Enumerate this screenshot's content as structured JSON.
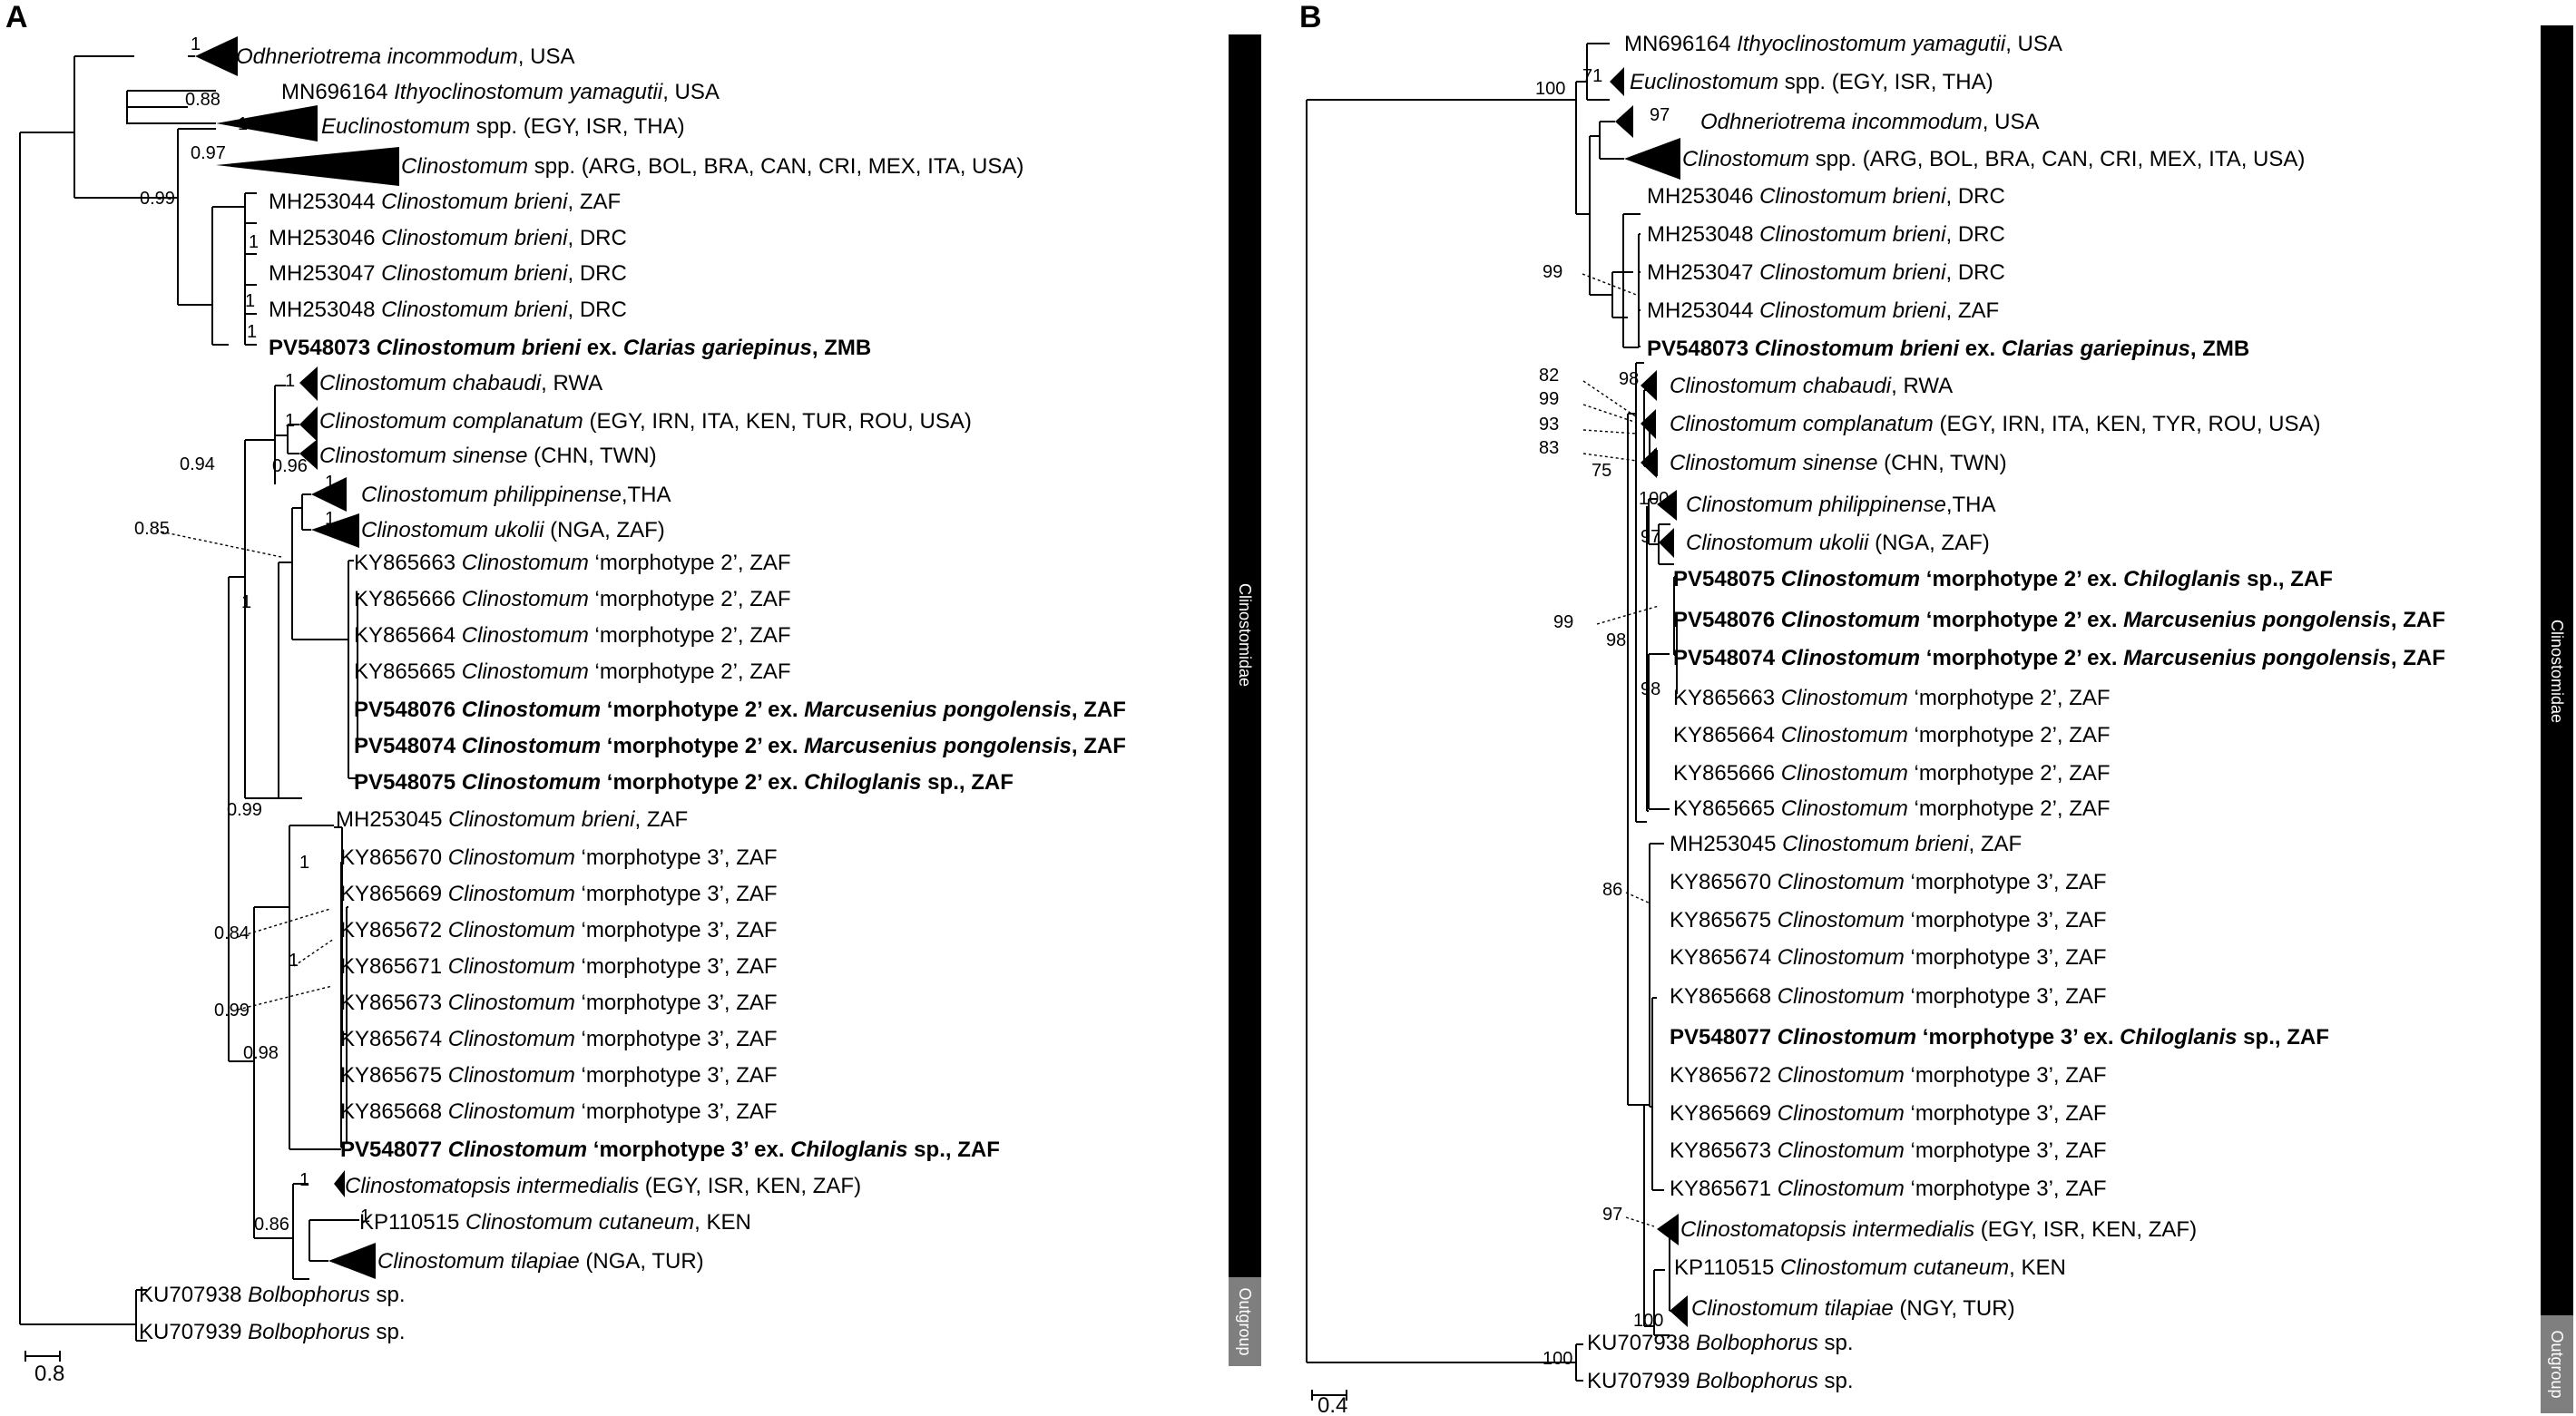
{
  "panels": {
    "a": "A",
    "b": "B"
  },
  "A": {
    "scale": "0.8",
    "clade_bar": "Clinostomidae",
    "outgroup_bar": "Outgroup",
    "tips": [
      [
        [
          "i",
          "Odhneriotrema incommodum"
        ],
        [
          "n",
          ", USA"
        ]
      ],
      [
        [
          "n",
          "MN696164 "
        ],
        [
          "i",
          "Ithyoclinostomum yamagutii"
        ],
        [
          "n",
          ", USA"
        ]
      ],
      [
        [
          "i",
          "Euclinostomum"
        ],
        [
          "n",
          " spp. (EGY, ISR, THA)"
        ]
      ],
      [
        [
          "i",
          "Clinostomum"
        ],
        [
          "n",
          " spp. (ARG, BOL, BRA, CAN, CRI, MEX, ITA, USA)"
        ]
      ],
      [
        [
          "n",
          "MH253044 "
        ],
        [
          "i",
          "Clinostomum brieni"
        ],
        [
          "n",
          ", ZAF"
        ]
      ],
      [
        [
          "n",
          "MH253046 "
        ],
        [
          "i",
          "Clinostomum brieni"
        ],
        [
          "n",
          ", DRC"
        ]
      ],
      [
        [
          "n",
          "MH253047 "
        ],
        [
          "i",
          "Clinostomum brieni"
        ],
        [
          "n",
          ", DRC"
        ]
      ],
      [
        [
          "n",
          "MH253048 "
        ],
        [
          "i",
          "Clinostomum brieni"
        ],
        [
          "n",
          ", DRC"
        ]
      ],
      [
        [
          "b",
          "PV548073 "
        ],
        [
          "bi",
          "Clinostomum brieni"
        ],
        [
          "b",
          " ex. "
        ],
        [
          "bi",
          "Clarias gariepinus"
        ],
        [
          "b",
          ", ZMB"
        ]
      ],
      [
        [
          "i",
          "Clinostomum chabaudi"
        ],
        [
          "n",
          ", RWA"
        ]
      ],
      [
        [
          "i",
          "Clinostomum complanatum"
        ],
        [
          "n",
          " (EGY, IRN, ITA, KEN, TUR, ROU, USA)"
        ]
      ],
      [
        [
          "i",
          "Clinostomum sinense"
        ],
        [
          "n",
          " (CHN, TWN)"
        ]
      ],
      [
        [
          "i",
          "Clinostomum philippinense"
        ],
        [
          "n",
          ",THA"
        ]
      ],
      [
        [
          "i",
          "Clinostomum ukolii"
        ],
        [
          "n",
          " (NGA, ZAF)"
        ]
      ],
      [
        [
          "n",
          "KY865663 "
        ],
        [
          "i",
          "Clinostomum"
        ],
        [
          "n",
          " ‘morphotype 2’, ZAF"
        ]
      ],
      [
        [
          "n",
          "KY865666 "
        ],
        [
          "i",
          "Clinostomum"
        ],
        [
          "n",
          " ‘morphotype 2’, ZAF"
        ]
      ],
      [
        [
          "n",
          "KY865664 "
        ],
        [
          "i",
          "Clinostomum"
        ],
        [
          "n",
          " ‘morphotype 2’, ZAF"
        ]
      ],
      [
        [
          "n",
          "KY865665 "
        ],
        [
          "i",
          "Clinostomum"
        ],
        [
          "n",
          " ‘morphotype 2’, ZAF"
        ]
      ],
      [
        [
          "b",
          "PV548076 "
        ],
        [
          "bi",
          "Clinostomum"
        ],
        [
          "b",
          " ‘morphotype 2’ ex. "
        ],
        [
          "bi",
          "Marcusenius pongolensis"
        ],
        [
          "b",
          ", ZAF"
        ]
      ],
      [
        [
          "b",
          "PV548074 "
        ],
        [
          "bi",
          "Clinostomum"
        ],
        [
          "b",
          " ‘morphotype 2’ ex. "
        ],
        [
          "bi",
          "Marcusenius pongolensis"
        ],
        [
          "b",
          ", ZAF"
        ]
      ],
      [
        [
          "b",
          "PV548075 "
        ],
        [
          "bi",
          "Clinostomum"
        ],
        [
          "b",
          " ‘morphotype 2’ ex. "
        ],
        [
          "bi",
          "Chiloglanis"
        ],
        [
          "b",
          " sp., ZAF"
        ]
      ],
      [
        [
          "n",
          "MH253045 "
        ],
        [
          "i",
          "Clinostomum brieni"
        ],
        [
          "n",
          ", ZAF"
        ]
      ],
      [
        [
          "n",
          "KY865670 "
        ],
        [
          "i",
          "Clinostomum"
        ],
        [
          "n",
          " ‘morphotype 3’, ZAF"
        ]
      ],
      [
        [
          "n",
          "KY865669 "
        ],
        [
          "i",
          "Clinostomum"
        ],
        [
          "n",
          " ‘morphotype 3’, ZAF"
        ]
      ],
      [
        [
          "n",
          "KY865672 "
        ],
        [
          "i",
          "Clinostomum"
        ],
        [
          "n",
          " ‘morphotype 3’, ZAF"
        ]
      ],
      [
        [
          "n",
          "KY865671 "
        ],
        [
          "i",
          "Clinostomum"
        ],
        [
          "n",
          " ‘morphotype 3’, ZAF"
        ]
      ],
      [
        [
          "n",
          "KY865673 "
        ],
        [
          "i",
          "Clinostomum"
        ],
        [
          "n",
          " ‘morphotype 3’, ZAF"
        ]
      ],
      [
        [
          "n",
          "KY865674 "
        ],
        [
          "i",
          "Clinostomum"
        ],
        [
          "n",
          " ‘morphotype 3’, ZAF"
        ]
      ],
      [
        [
          "n",
          "KY865675 "
        ],
        [
          "i",
          "Clinostomum"
        ],
        [
          "n",
          " ‘morphotype 3’, ZAF"
        ]
      ],
      [
        [
          "n",
          "KY865668 "
        ],
        [
          "i",
          "Clinostomum"
        ],
        [
          "n",
          " ‘morphotype 3’, ZAF"
        ]
      ],
      [
        [
          "b",
          "PV548077 "
        ],
        [
          "bi",
          "Clinostomum"
        ],
        [
          "b",
          " ‘morphotype 3’ ex. "
        ],
        [
          "bi",
          "Chiloglanis"
        ],
        [
          "b",
          " sp., ZAF"
        ]
      ],
      [
        [
          "i",
          "Clinostomatopsis intermedialis"
        ],
        [
          "n",
          " (EGY, ISR, KEN, ZAF)"
        ]
      ],
      [
        [
          "n",
          "KP110515 "
        ],
        [
          "i",
          "Clinostomum cutaneum"
        ],
        [
          "n",
          ", KEN"
        ]
      ],
      [
        [
          "i",
          "Clinostomum tilapiae"
        ],
        [
          "n",
          " (NGA, TUR)"
        ]
      ],
      [
        [
          "n",
          "KU707938 "
        ],
        [
          "i",
          "Bolbophorus"
        ],
        [
          "n",
          " sp."
        ]
      ],
      [
        [
          "n",
          "KU707939 "
        ],
        [
          "i",
          "Bolbophorus"
        ],
        [
          "n",
          " sp."
        ]
      ]
    ],
    "support": [
      "1",
      "0.88",
      "1",
      "0.97",
      "0.99",
      "1",
      "1",
      "1",
      "1",
      "1",
      "0.96",
      "0.94",
      "1",
      "1",
      "0.85",
      "1",
      "0.99",
      "1",
      "0.84",
      "1",
      "0.99",
      "0.98",
      "1",
      "0.86",
      "1",
      "1"
    ]
  },
  "B": {
    "scale": "0.4",
    "clade_bar": "Clinostomidae",
    "outgroup_bar": "Outgroup",
    "tips": [
      [
        [
          "n",
          "MN696164 "
        ],
        [
          "i",
          "Ithyoclinostomum yamagutii"
        ],
        [
          "n",
          ", USA"
        ]
      ],
      [
        [
          "i",
          "Euclinostomum"
        ],
        [
          "n",
          " spp. (EGY, ISR, THA)"
        ]
      ],
      [
        [
          "i",
          "Odhneriotrema incommodum"
        ],
        [
          "n",
          ", USA"
        ]
      ],
      [
        [
          "i",
          "Clinostomum"
        ],
        [
          "n",
          " spp. (ARG, BOL, BRA, CAN, CRI, MEX, ITA, USA)"
        ]
      ],
      [
        [
          "n",
          "MH253046 "
        ],
        [
          "i",
          "Clinostomum brieni"
        ],
        [
          "n",
          ", DRC"
        ]
      ],
      [
        [
          "n",
          "MH253048 "
        ],
        [
          "i",
          "Clinostomum brieni"
        ],
        [
          "n",
          ", DRC"
        ]
      ],
      [
        [
          "n",
          "MH253047 "
        ],
        [
          "i",
          "Clinostomum brieni"
        ],
        [
          "n",
          ", DRC"
        ]
      ],
      [
        [
          "n",
          "MH253044 "
        ],
        [
          "i",
          "Clinostomum brieni"
        ],
        [
          "n",
          ", ZAF"
        ]
      ],
      [
        [
          "b",
          "PV548073 "
        ],
        [
          "bi",
          "Clinostomum brieni"
        ],
        [
          "b",
          " ex. "
        ],
        [
          "bi",
          "Clarias gariepinus"
        ],
        [
          "b",
          ", ZMB"
        ]
      ],
      [
        [
          "i",
          "Clinostomum chabaudi"
        ],
        [
          "n",
          ", RWA"
        ]
      ],
      [
        [
          "i",
          "Clinostomum complanatum"
        ],
        [
          "n",
          " (EGY, IRN, ITA, KEN, TYR, ROU, USA)"
        ]
      ],
      [
        [
          "i",
          "Clinostomum sinense"
        ],
        [
          "n",
          " (CHN, TWN)"
        ]
      ],
      [
        [
          "i",
          "Clinostomum philippinense"
        ],
        [
          "n",
          ",THA"
        ]
      ],
      [
        [
          "i",
          "Clinostomum ukolii"
        ],
        [
          "n",
          " (NGA, ZAF)"
        ]
      ],
      [
        [
          "b",
          "PV548075 "
        ],
        [
          "bi",
          "Clinostomum"
        ],
        [
          "b",
          " ‘morphotype 2’ ex. "
        ],
        [
          "bi",
          "Chiloglanis"
        ],
        [
          "b",
          " sp., ZAF"
        ]
      ],
      [
        [
          "b",
          "PV548076 "
        ],
        [
          "bi",
          "Clinostomum"
        ],
        [
          "b",
          " ‘morphotype 2’ ex. "
        ],
        [
          "bi",
          "Marcusenius pongolensis"
        ],
        [
          "b",
          ", ZAF"
        ]
      ],
      [
        [
          "b",
          "PV548074 "
        ],
        [
          "bi",
          "Clinostomum"
        ],
        [
          "b",
          " ‘morphotype 2’ ex. "
        ],
        [
          "bi",
          "Marcusenius pongolensis"
        ],
        [
          "b",
          ", ZAF"
        ]
      ],
      [
        [
          "n",
          "KY865663 "
        ],
        [
          "i",
          "Clinostomum"
        ],
        [
          "n",
          " ‘morphotype 2’, ZAF"
        ]
      ],
      [
        [
          "n",
          "KY865664 "
        ],
        [
          "i",
          "Clinostomum"
        ],
        [
          "n",
          " ‘morphotype 2’, ZAF"
        ]
      ],
      [
        [
          "n",
          "KY865666 "
        ],
        [
          "i",
          "Clinostomum"
        ],
        [
          "n",
          " ‘morphotype 2’, ZAF"
        ]
      ],
      [
        [
          "n",
          "KY865665 "
        ],
        [
          "i",
          "Clinostomum"
        ],
        [
          "n",
          " ‘morphotype 2’, ZAF"
        ]
      ],
      [
        [
          "n",
          "MH253045 "
        ],
        [
          "i",
          "Clinostomum brieni"
        ],
        [
          "n",
          ", ZAF"
        ]
      ],
      [
        [
          "n",
          "KY865670 "
        ],
        [
          "i",
          "Clinostomum"
        ],
        [
          "n",
          " ‘morphotype 3’, ZAF"
        ]
      ],
      [
        [
          "n",
          "KY865675 "
        ],
        [
          "i",
          "Clinostomum"
        ],
        [
          "n",
          " ‘morphotype 3’, ZAF"
        ]
      ],
      [
        [
          "n",
          "KY865674 "
        ],
        [
          "i",
          "Clinostomum"
        ],
        [
          "n",
          " ‘morphotype 3’, ZAF"
        ]
      ],
      [
        [
          "n",
          "KY865668 "
        ],
        [
          "i",
          "Clinostomum"
        ],
        [
          "n",
          " ‘morphotype 3’, ZAF"
        ]
      ],
      [
        [
          "b",
          "PV548077 "
        ],
        [
          "bi",
          "Clinostomum"
        ],
        [
          "b",
          " ‘morphotype 3’ ex. "
        ],
        [
          "bi",
          "Chiloglanis"
        ],
        [
          "b",
          " sp., ZAF"
        ]
      ],
      [
        [
          "n",
          "KY865672 "
        ],
        [
          "i",
          "Clinostomum"
        ],
        [
          "n",
          " ‘morphotype 3’, ZAF"
        ]
      ],
      [
        [
          "n",
          "KY865669 "
        ],
        [
          "i",
          "Clinostomum"
        ],
        [
          "n",
          " ‘morphotype 3’, ZAF"
        ]
      ],
      [
        [
          "n",
          "KY865673 "
        ],
        [
          "i",
          "Clinostomum"
        ],
        [
          "n",
          " ‘morphotype 3’, ZAF"
        ]
      ],
      [
        [
          "n",
          "KY865671 "
        ],
        [
          "i",
          "Clinostomum"
        ],
        [
          "n",
          " ‘morphotype 3’, ZAF"
        ]
      ],
      [
        [
          "i",
          "Clinostomatopsis intermedialis"
        ],
        [
          "n",
          " (EGY, ISR, KEN, ZAF)"
        ]
      ],
      [
        [
          "n",
          "KP110515 "
        ],
        [
          "i",
          "Clinostomum cutaneum"
        ],
        [
          "n",
          ", KEN"
        ]
      ],
      [
        [
          "i",
          "Clinostomum tilapiae"
        ],
        [
          "n",
          " (NGY, TUR)"
        ]
      ],
      [
        [
          "n",
          "KU707938 "
        ],
        [
          "i",
          "Bolbophorus"
        ],
        [
          "n",
          " sp."
        ]
      ],
      [
        [
          "n",
          "KU707939 "
        ],
        [
          "i",
          "Bolbophorus"
        ],
        [
          "n",
          " sp."
        ]
      ]
    ],
    "support": [
      "100",
      "71",
      "97",
      "99",
      "98",
      "82",
      "99",
      "93",
      "83",
      "75",
      "100",
      "97",
      "99",
      "98",
      "98",
      "86",
      "97",
      "100",
      "100"
    ]
  }
}
